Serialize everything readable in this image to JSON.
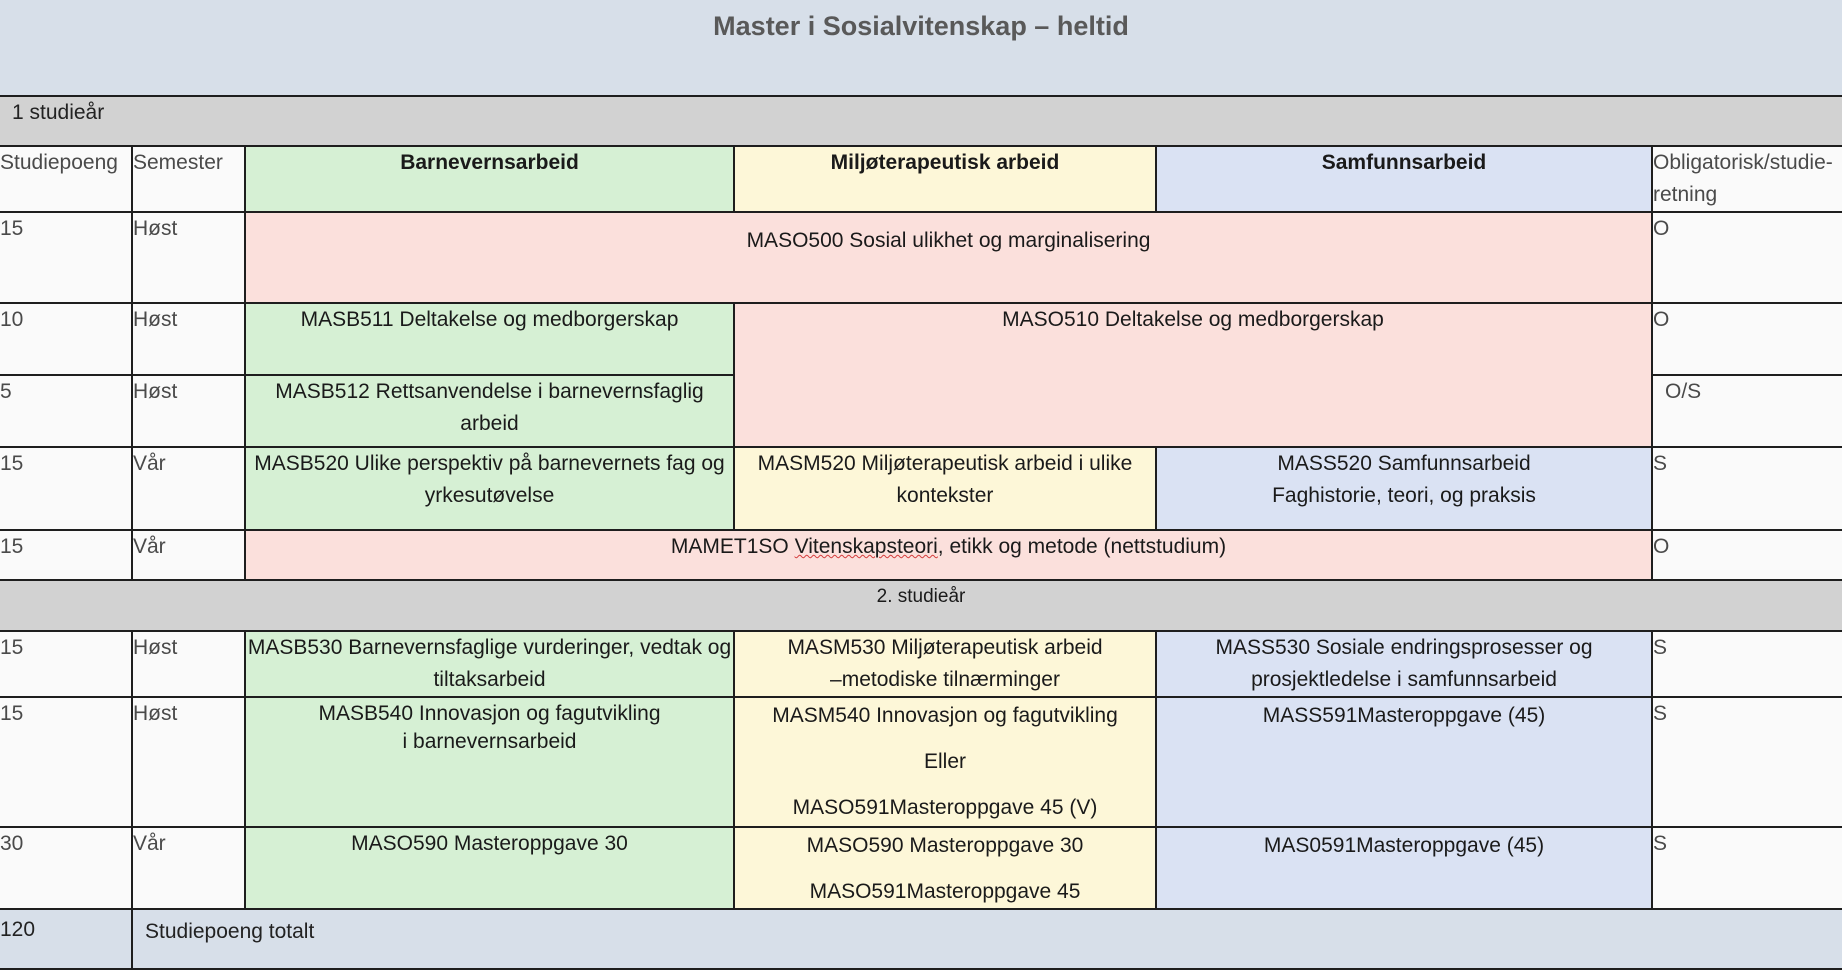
{
  "title": "Master i Sosialvitenskap – heltid",
  "year1_label": "1 studieår",
  "year2_label": "2. studieår",
  "headers": {
    "credits": "Studiepoeng",
    "semester": "Semester",
    "col1": "Barnevernsarbeid",
    "col2": "Miljøterapeutisk arbeid",
    "col3": "Samfunnsarbeid",
    "obligatory": "Obligatorisk/studie-retning"
  },
  "rows": [
    {
      "credits": "15",
      "semester": "Høst",
      "course": "MASO500 Sosial ulikhet og marginalisering",
      "ob": "O"
    },
    {
      "credits": "10",
      "semester": "Høst",
      "col1": "MASB511 Deltakelse og medborgerskap",
      "ob": "O"
    },
    {
      "credits": "5",
      "semester": "Høst",
      "col1": "MASB512 Rettsanvendelse i barnevernsfaglig arbeid",
      "ob": "O/S"
    },
    {
      "credits": "15",
      "semester": "Vår",
      "col1": "MASB520 Ulike perspektiv på barnevernets fag og yrkesutøvelse",
      "col2": "MASM520 Miljøterapeutisk arbeid i ulike kontekster",
      "col3_a": "MASS520 Samfunnsarbeid",
      "col3_b": "Faghistorie, teori, og praksis",
      "ob": "S"
    },
    {
      "credits": "15",
      "semester": "Vår",
      "course_a": "MAMET1SO",
      "course_b": "Vitenskapsteori",
      "course_c": ", etikk og metode (nettstudium)",
      "ob": "O"
    },
    {
      "credits": "15",
      "semester": "Høst",
      "col1": "MASB530 Barnevernsfaglige vurderinger, vedtak og tiltaksarbeid",
      "col2_a": "MASM530 Miljøterapeutisk arbeid",
      "col2_b": "–metodiske tilnærminger",
      "col3": "MASS530 Sosiale endringsprosesser og prosjektledelse i samfunnsarbeid",
      "ob": "S"
    },
    {
      "credits": "15",
      "semester": "Høst",
      "col1_a": "MASB540 Innovasjon og fagutvikling",
      "col1_b": "i barnevernsarbeid",
      "col2_a": "MASM540 Innovasjon og fagutvikling",
      "col2_b": "Eller",
      "col2_c": "MASO591Masteroppgave 45 (V)",
      "col3": "MASS591Masteroppgave (45)",
      "ob": "S"
    },
    {
      "credits": "30",
      "semester": "Vår",
      "col1": "MASO590 Masteroppgave  30",
      "col2_a": "MASO590 Masteroppgave  30",
      "col2_b": "MASO591Masteroppgave 45",
      "col3": "MAS0591Masteroppgave  (45)",
      "ob": "S"
    }
  ],
  "merged_course": "MASO510  Deltakelse og medborgerskap",
  "total": {
    "credits": "120",
    "label": "Studiepoeng totalt"
  },
  "colors": {
    "green": "#d6f0d4",
    "yellow": "#fdf7d8",
    "blue": "#dae2f3",
    "pink": "#fbe0dc",
    "gray": "#d2d2d2"
  }
}
